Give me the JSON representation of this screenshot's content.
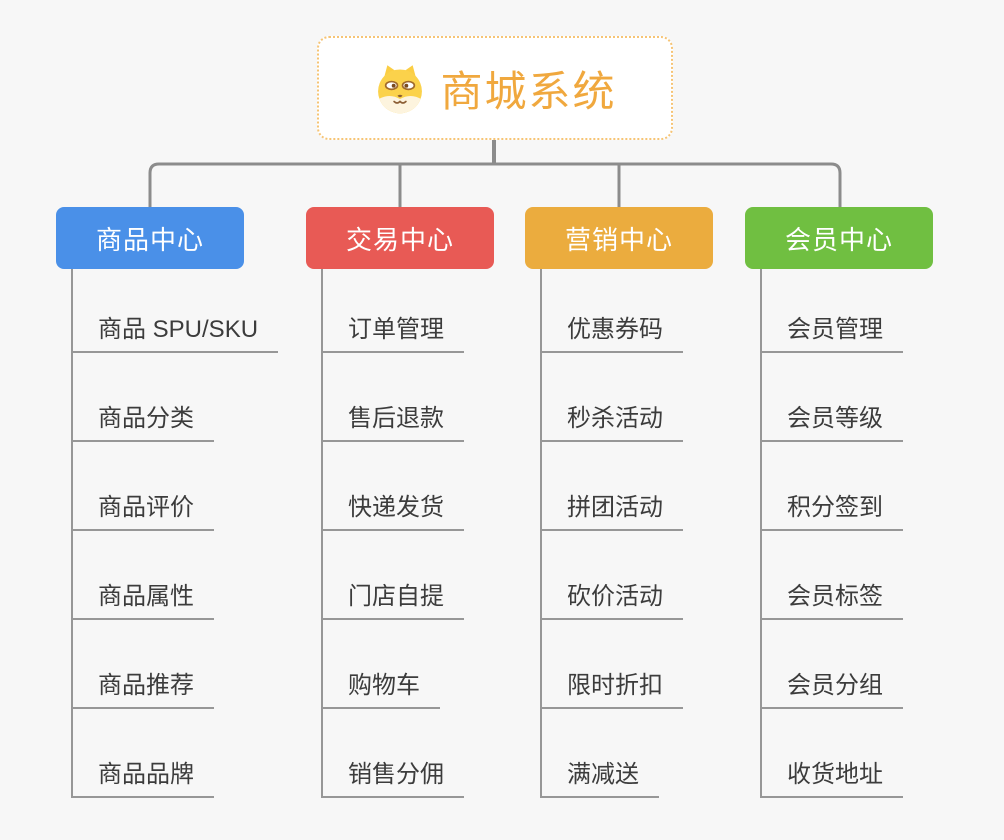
{
  "root": {
    "title": "商城系统",
    "icon": "shiba-dog-icon"
  },
  "branches": [
    {
      "label": "商品中心",
      "color": "#4a90e8",
      "children": [
        "商品 SPU/SKU",
        "商品分类",
        "商品评价",
        "商品属性",
        "商品推荐",
        "商品品牌"
      ]
    },
    {
      "label": "交易中心",
      "color": "#e85a55",
      "children": [
        "订单管理",
        "售后退款",
        "快递发货",
        "门店自提",
        "购物车",
        "销售分佣"
      ]
    },
    {
      "label": "营销中心",
      "color": "#ebac3e",
      "children": [
        "优惠券码",
        "秒杀活动",
        "拼团活动",
        "砍价活动",
        "限时折扣",
        "满减送"
      ]
    },
    {
      "label": "会员中心",
      "color": "#70bf41",
      "children": [
        "会员管理",
        "会员等级",
        "积分签到",
        "会员标签",
        "会员分组",
        "收货地址"
      ]
    }
  ],
  "colors": {
    "background": "#f7f7f7",
    "connector": "#8c8c8c",
    "underline": "#979797",
    "root_text": "#f0a83e",
    "root_border": "#f6c475",
    "sub_text": "#3c3c3c"
  }
}
